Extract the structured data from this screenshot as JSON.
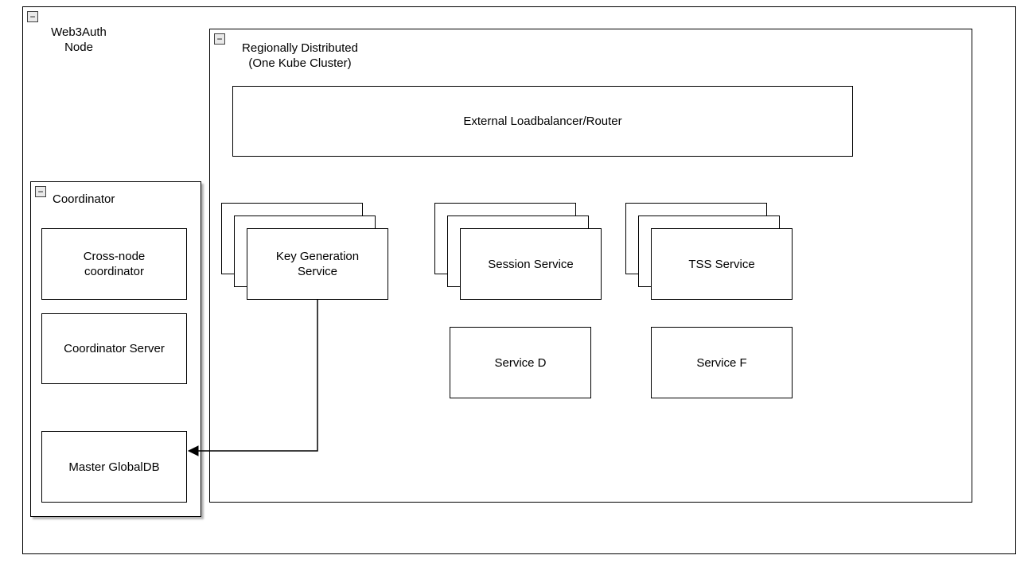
{
  "diagram": {
    "web3auth_node": {
      "label_line1": "Web3Auth",
      "label_line2": "Node"
    },
    "region": {
      "label_line1": "Regionally Distributed",
      "label_line2": "(One Kube Cluster)"
    },
    "loadbalancer": {
      "label": "External Loadbalancer/Router"
    },
    "stacks": [
      {
        "label": "Key Generation Service"
      },
      {
        "label": "Session Service"
      },
      {
        "label": "TSS Service"
      }
    ],
    "services": [
      {
        "label": "Service D"
      },
      {
        "label": "Service F"
      }
    ],
    "coordinator": {
      "label": "Coordinator",
      "boxes": [
        {
          "label": "Cross-node coordinator"
        },
        {
          "label": "Coordinator Server"
        },
        {
          "label": "Master GlobalDB"
        }
      ]
    },
    "icons": {
      "collapse_glyph": "−"
    },
    "colors": {
      "border": "#000000",
      "background": "#ffffff",
      "shadow": "#787878"
    }
  }
}
